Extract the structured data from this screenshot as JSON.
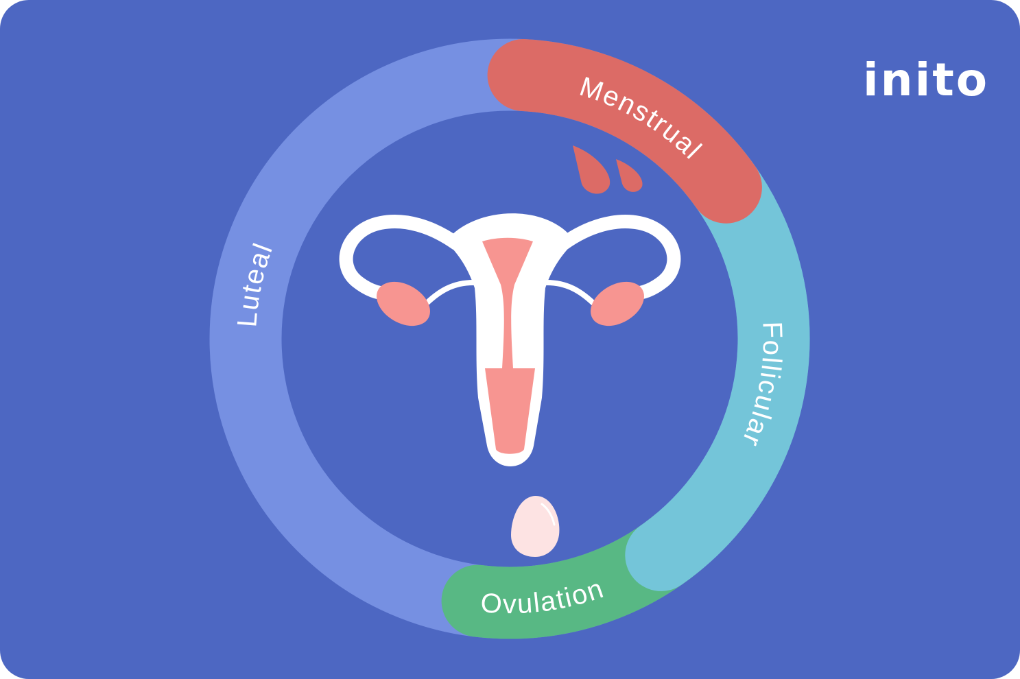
{
  "logo": {
    "text": "inito"
  },
  "phases": {
    "menstrual": "Menstrual",
    "follicular": "Follicular",
    "ovulation": "Ovulation",
    "luteal": "Luteal"
  },
  "colors": {
    "background": "#4d67c2",
    "luteal": "#7690e2",
    "menstrual": "#dc6b66",
    "follicular": "#74c5d9",
    "ovulation": "#58b884",
    "organ": "#ffffff",
    "tissue": "#f79591",
    "egg": "#fde3e3"
  }
}
